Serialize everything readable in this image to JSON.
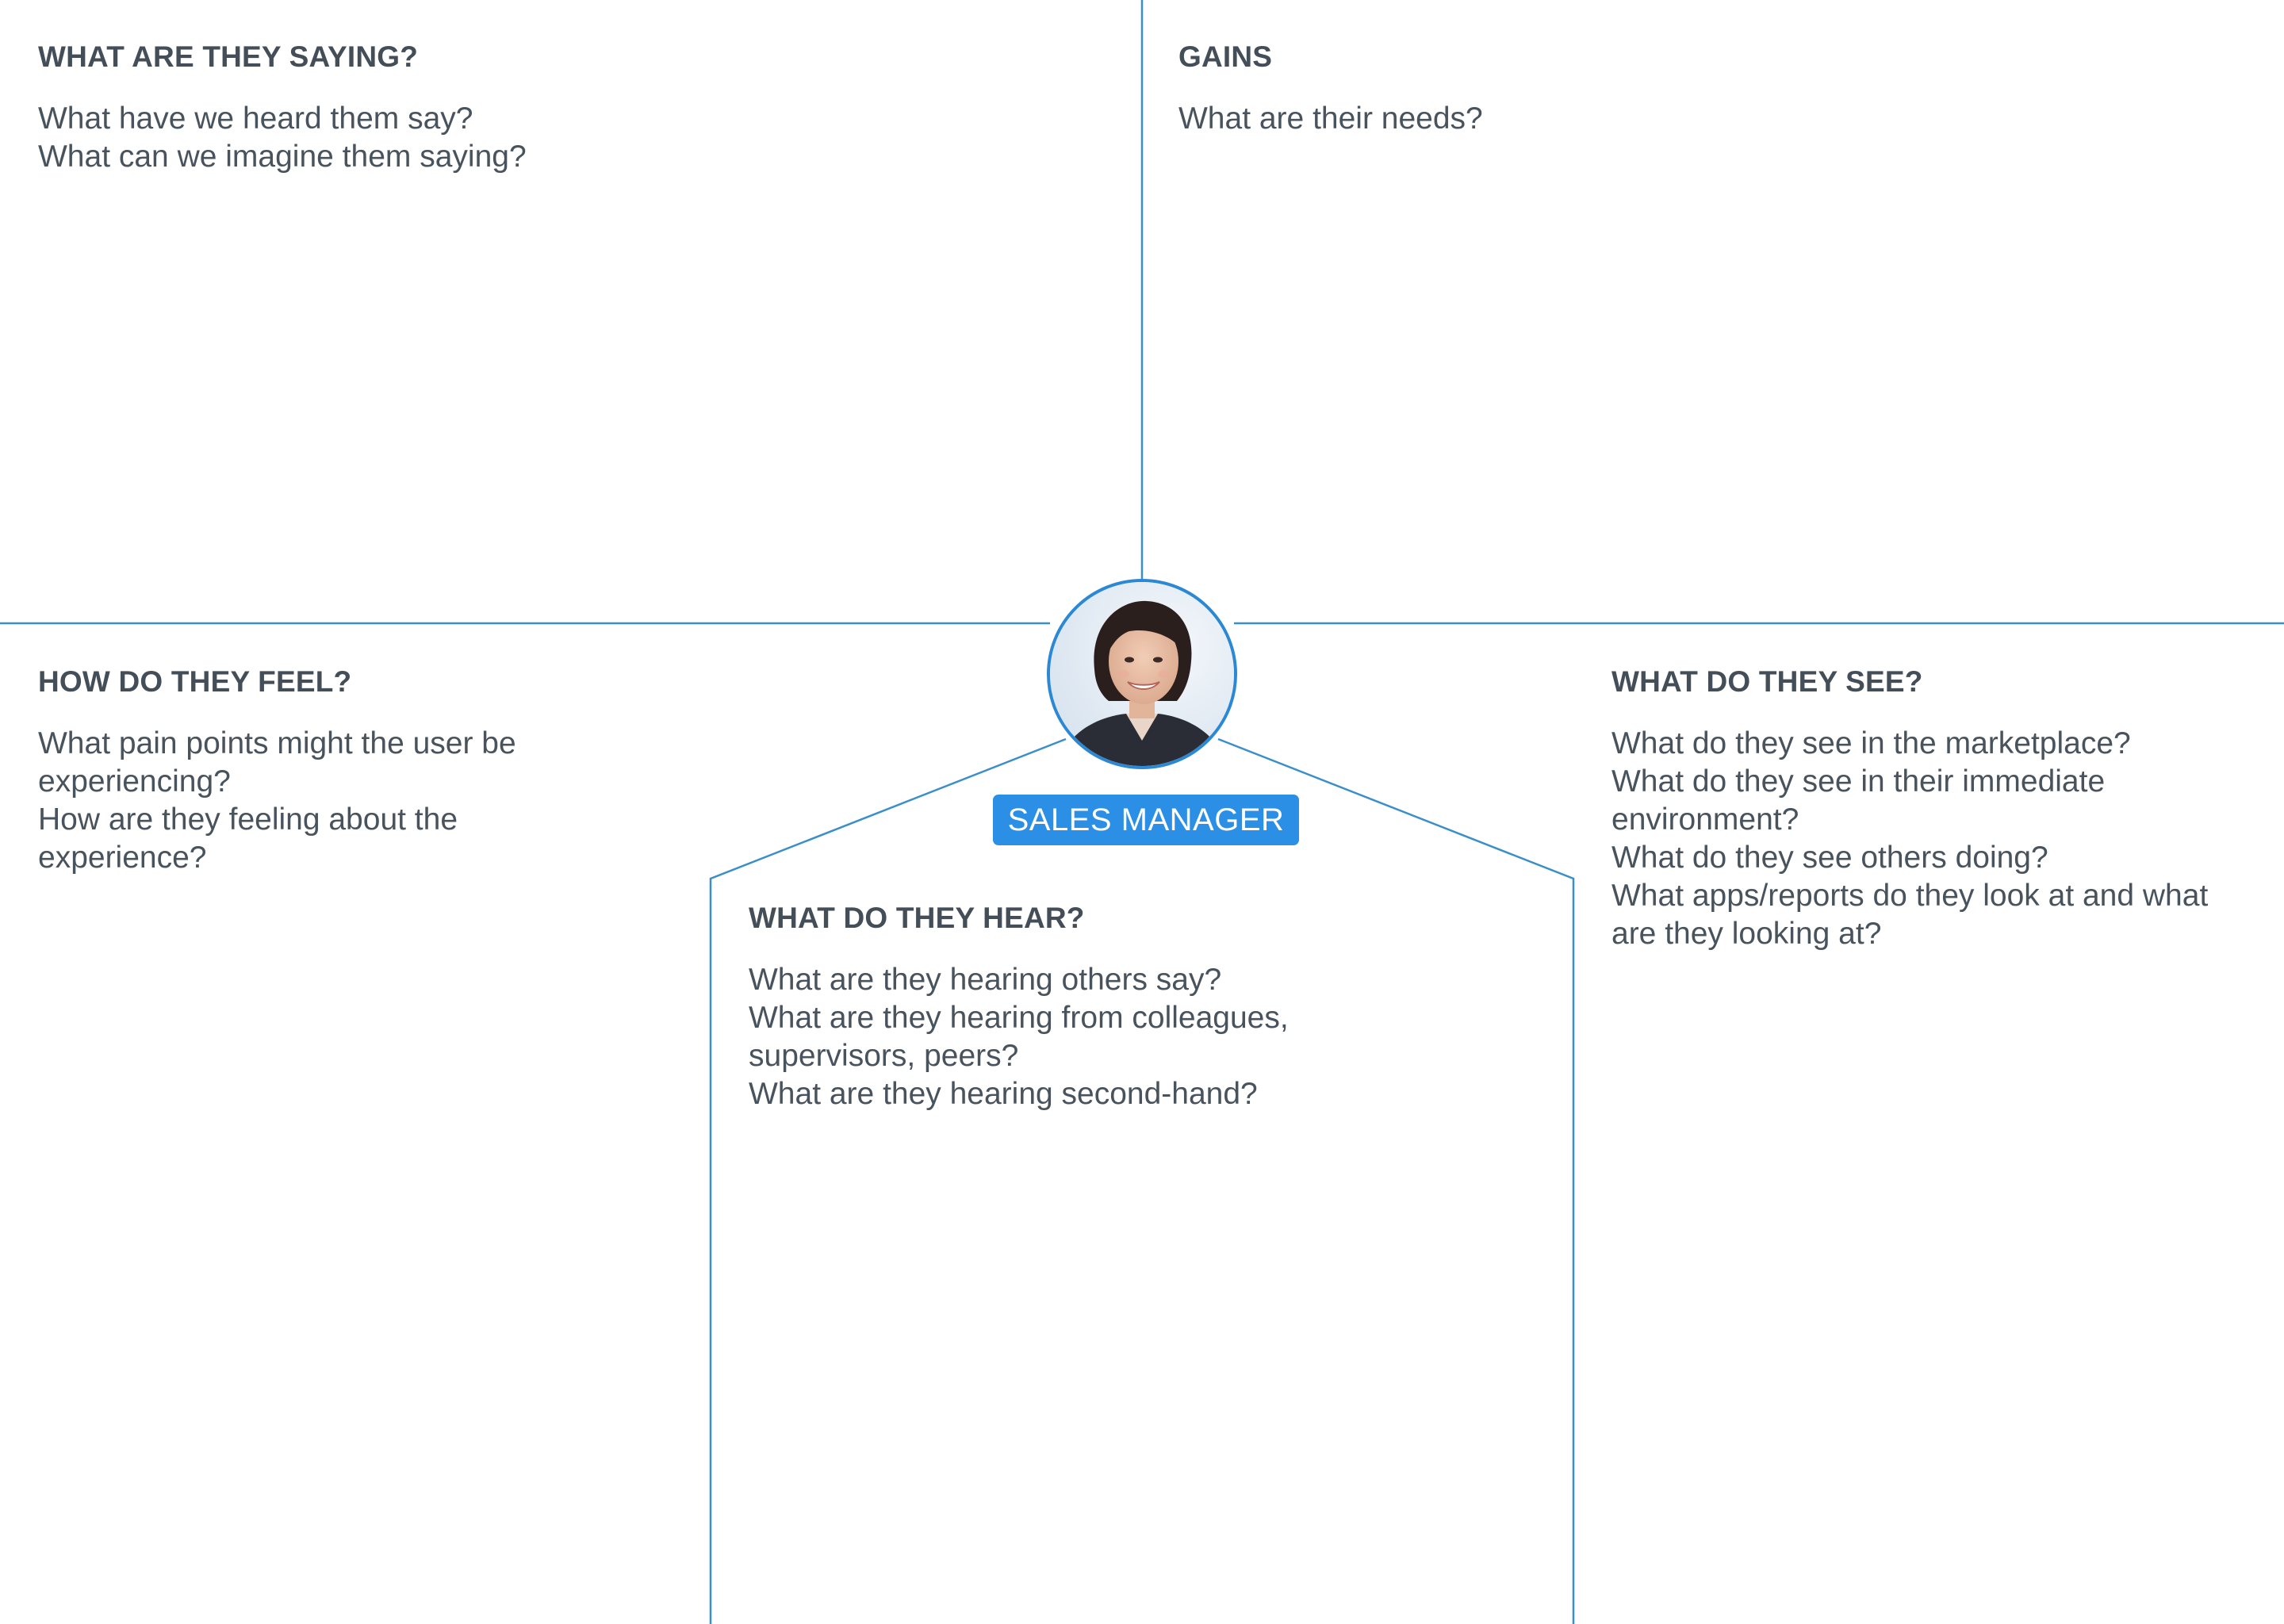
{
  "persona": {
    "label": "SALES MANAGER",
    "label_color": "#2b8fe6",
    "photo": "portrait-photo"
  },
  "colors": {
    "divider_line": "#3a8fc9",
    "heading_text": "#444e58",
    "body_text": "#48535d"
  },
  "sections": {
    "saying": {
      "title": "WHAT ARE THEY SAYING?",
      "prompts": [
        "What have we heard them say?",
        "What can we imagine them saying?"
      ]
    },
    "gains": {
      "title": "GAINS",
      "prompts": [
        "What are their needs?"
      ]
    },
    "feel": {
      "title": "HOW DO THEY FEEL?",
      "prompts": [
        "What pain points might the user be experiencing?",
        "How are they feeling about the experience?"
      ]
    },
    "see": {
      "title": "WHAT DO THEY SEE?",
      "prompts": [
        "What do they see in the marketplace?",
        "What do they see in their immediate environment?",
        "What do they see others doing?",
        "What apps/reports do they look at and what are they looking at?"
      ]
    },
    "hear": {
      "title": "WHAT DO THEY HEAR?",
      "prompts": [
        "What are they hearing others say?",
        "What are they hearing from colleagues, supervisors, peers?",
        "What are they hearing second-hand?"
      ]
    }
  }
}
